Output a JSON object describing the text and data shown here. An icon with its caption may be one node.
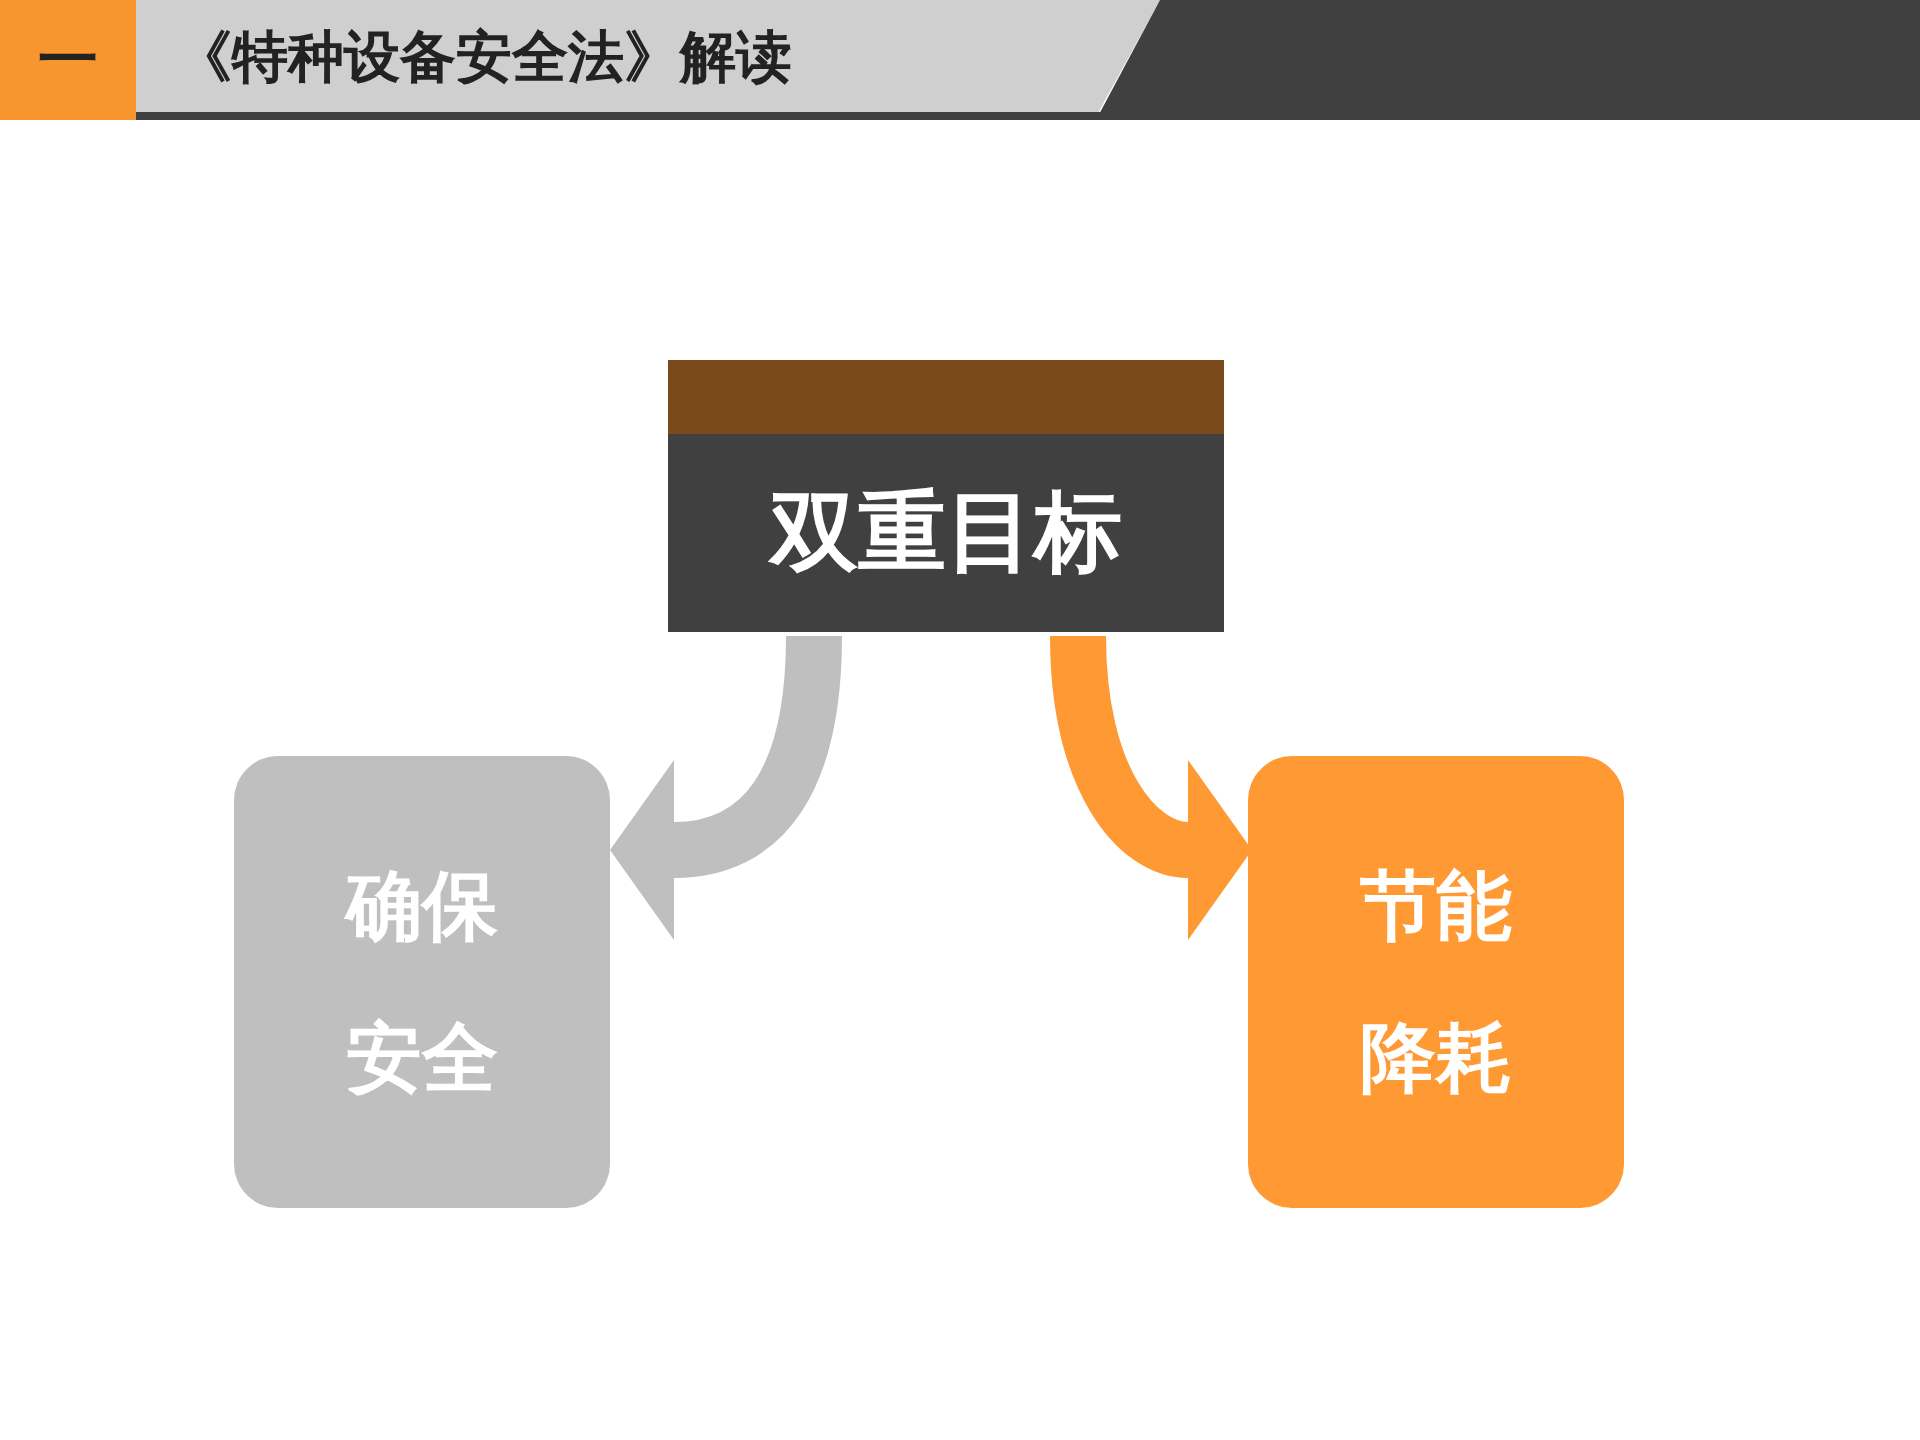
{
  "diagram": {
    "title": "《特种设备安全法》解读",
    "nodes": [
      {
        "text": [
          "双重目标"
        ]
      },
      {
        "text": [
          "确保安全"
        ]
      },
      {
        "text": [
          "节能降耗"
        ]
      }
    ],
    "edges": [
      {
        "from": 0,
        "to": 1,
        "arrow": "to",
        "color": "#bfbfbf"
      },
      {
        "from": 0,
        "to": 2,
        "arrow": "to",
        "color": "#ff9933"
      }
    ],
    "labels": [
      "一"
    ]
  }
}
